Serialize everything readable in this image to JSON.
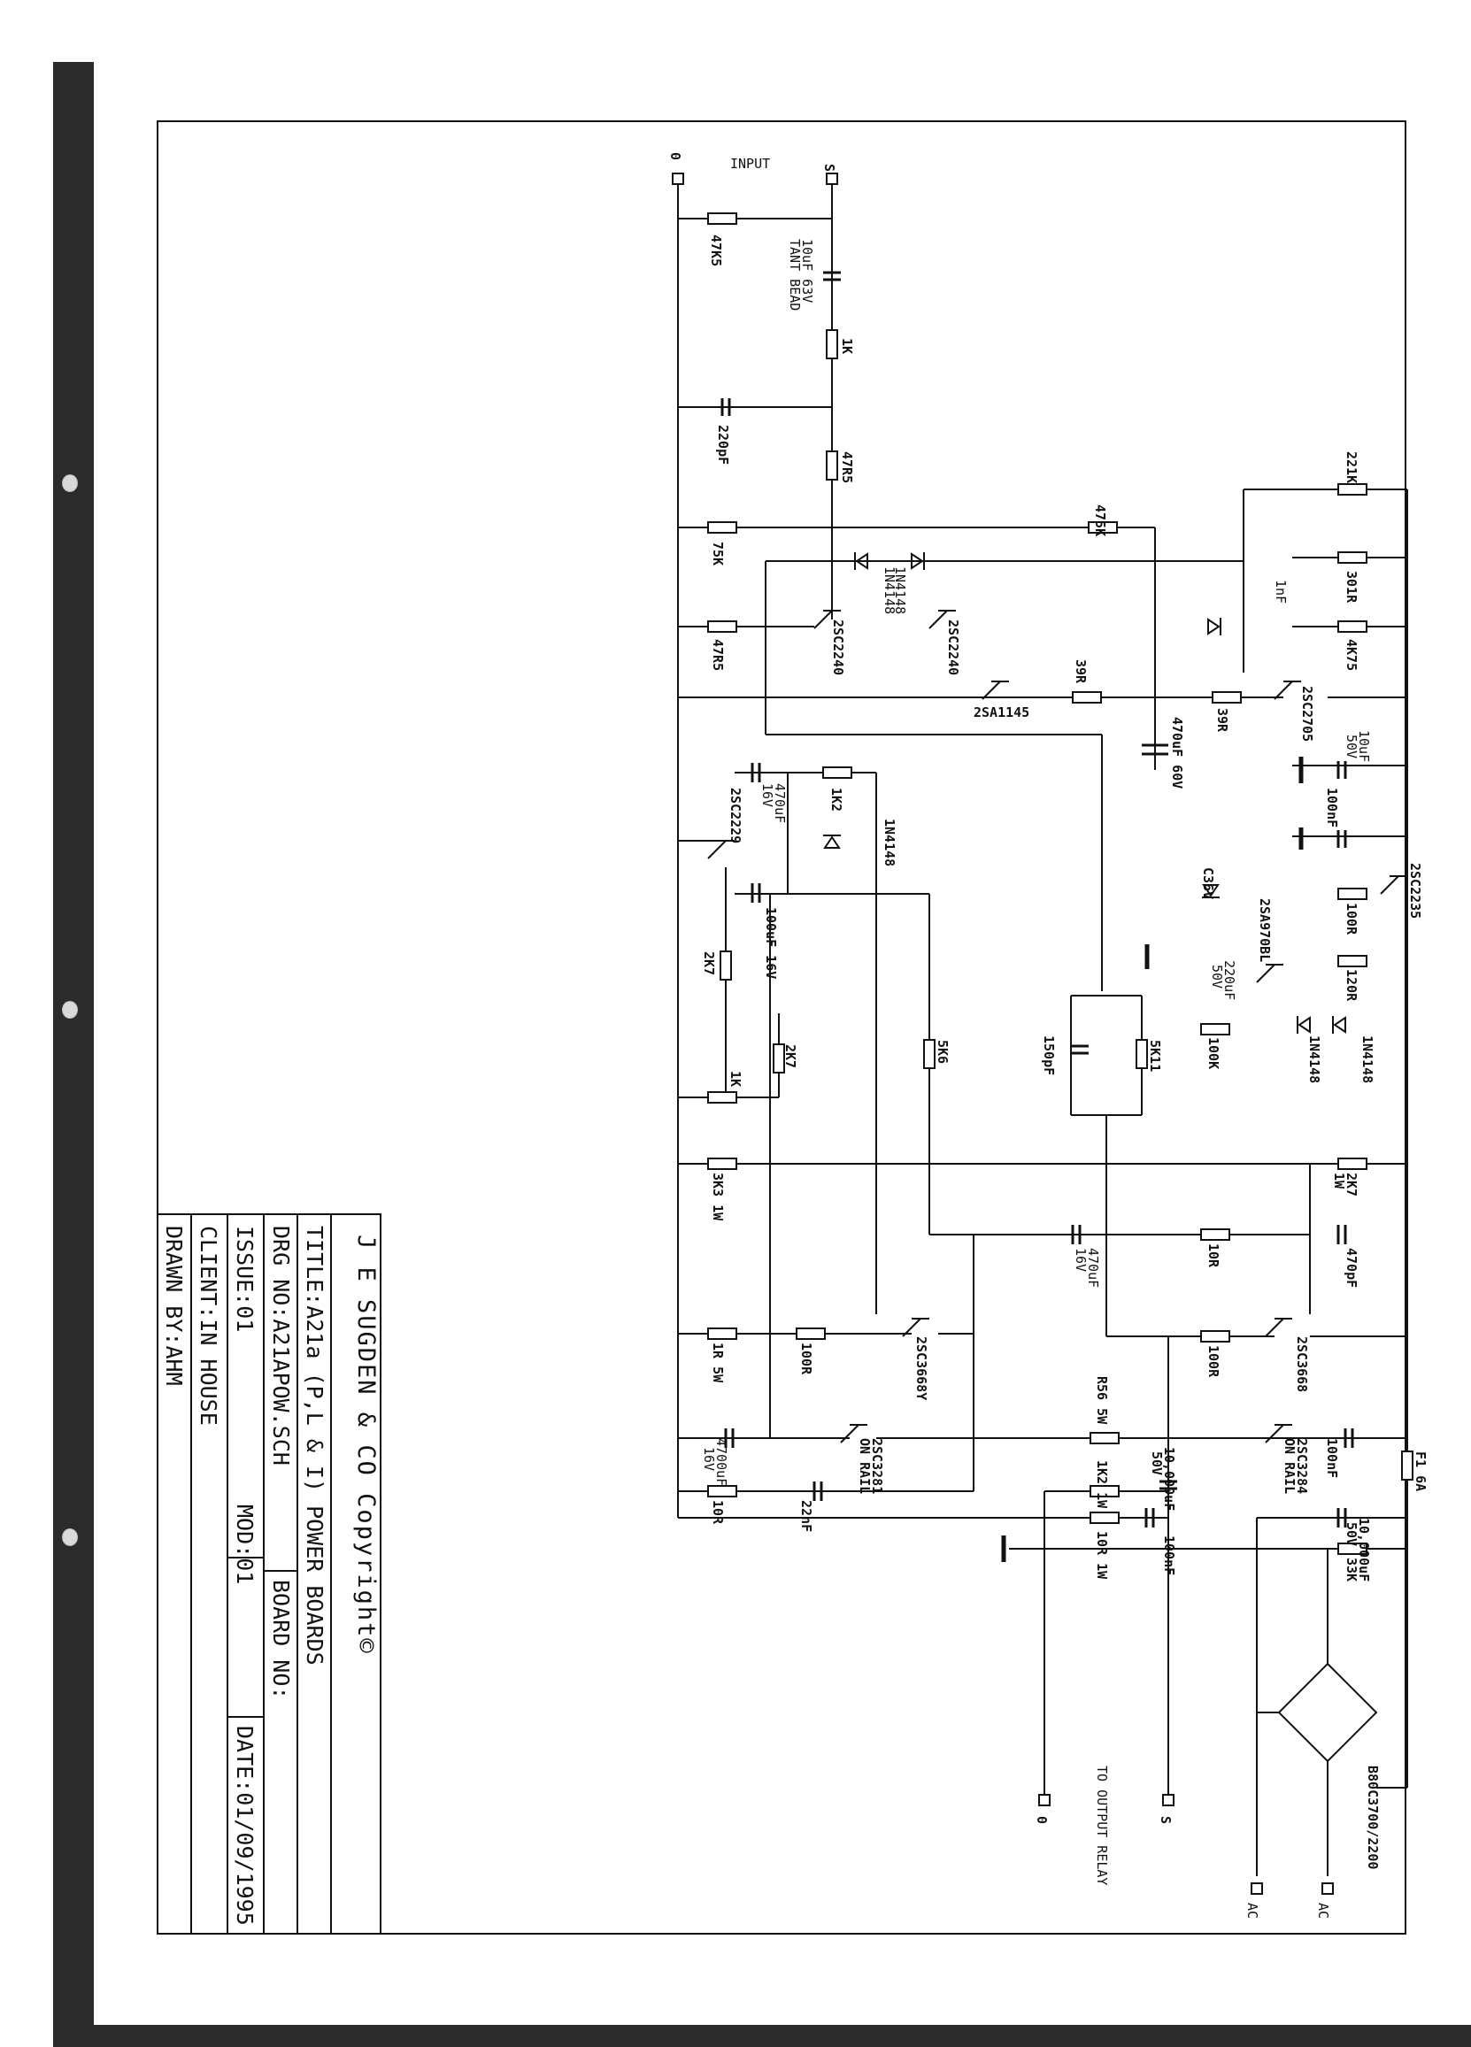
{
  "title_block": {
    "company": "J E SUGDEN & CO Copyright©",
    "title": "TITLE:A21a (P,L & I) POWER BOARDS",
    "drg_no": "DRG NO:A21APOW.SCH",
    "board_no": "BOARD NO:",
    "issue": "ISSUE:01",
    "mod": "MOD:01",
    "date": "DATE:01/09/1995",
    "client": "CLIENT:IN HOUSE",
    "drawn_by": "DRAWN BY:AHM"
  },
  "terminals": {
    "input_label": "INPUT",
    "in_0": "0",
    "in_s": "S",
    "out_0": "0",
    "out_s": "S",
    "out_label": "TO OUTPUT RELAY",
    "ac1": "AC",
    "ac2": "AC"
  },
  "components": {
    "r_47k5": "47K5",
    "c_10uf_tant": "10uF 63V",
    "c_10uf_tant_b": "TANT BEAD",
    "r_1k": "1K",
    "c_220pf": "220pF",
    "r_47r5": "47R5",
    "r_75k": "75K",
    "r_47r5b": "47R5",
    "r_475k": "475K",
    "d_1n4148_a": "1N4148",
    "d_1n4148_b": "1N4148",
    "q_2sc2240_a": "2SC2240",
    "q_2sc2240_b": "2SC2240",
    "q_2sa1145": "2SA1145",
    "r_39r_a": "39R",
    "r_39r_b": "39R",
    "c_470uf_60v": "470uF 60V",
    "r_221k": "221K",
    "r_301r": "301R",
    "c_1nf": "1nF",
    "r_4k75": "4K75",
    "q_2sc2705": "2SC2705",
    "c_10uf_50v": "10uF",
    "c_10uf_50v_b": "50V",
    "c_100nf_a": "100nF",
    "c_470uf_16v_a": "470uF",
    "c_470uf_16v_a_b": "16V",
    "q_2sc2229": "2SC2229",
    "r_1k2": "1K2",
    "d_1n4148_c": "1N4148",
    "c_100uf_16v": "100uF 16V",
    "r_2k7_a": "2K7",
    "r_2k7_b": "2K7",
    "pot_1k": "1K",
    "r_5k6": "5K6",
    "c_150pf": "150pF",
    "r_5k11": "5K11",
    "d_c36v": "C36V",
    "q_2sa970bl": "2SA970BL",
    "c_220uf_50v": "220uF",
    "c_220uf_50v_b": "50V",
    "r_100r_a": "100R",
    "r_120r": "120R",
    "r_100k": "100K",
    "d_1n4148_d": "1N4148",
    "d_1n4148_e": "1N4148",
    "q_2sc2235": "2SC2235",
    "r_3k3_1w": "3K3 1W",
    "r_2k7_1w": "2K7",
    "r_2k7_1w_b": "1W",
    "c_470uf_16v_b": "470uF",
    "c_470uf_16v_b_b": "16V",
    "r_10r_a": "10R",
    "c_470pf": "470pF",
    "r_1r_5w": "1R 5W",
    "r_100r_b": "100R",
    "q_2sc3668y": "2SC3668Y",
    "r_100r_c": "100R",
    "q_2sc3668": "2SC3668",
    "c_4700uf": "4700uF",
    "c_4700uf_b": "16V",
    "q_2sc3281_a": "2SC3281",
    "q_2sc3281_a_b": "ON RAIL",
    "r_r56_5w": "R56 5W",
    "c_10000uf_a": "10,000uF",
    "c_10000uf_a_b": "50V",
    "q_2sc3281_b": "2SC3284",
    "q_2sc3281_b_b": "ON RAIL",
    "c_100nf_b": "100nF",
    "r_10r_b": "10R",
    "c_22nf": "22nF",
    "r_1k2_1w": "1K2 1W",
    "fuse": "F1 6A",
    "c_10000uf_b": "10,000uF",
    "c_10000uf_b_b": "50V",
    "r_10r_1w": "10R 1W",
    "c_100nf_c": "100nF",
    "r_33k": "33K",
    "bridge": "B80C3700/2200"
  }
}
